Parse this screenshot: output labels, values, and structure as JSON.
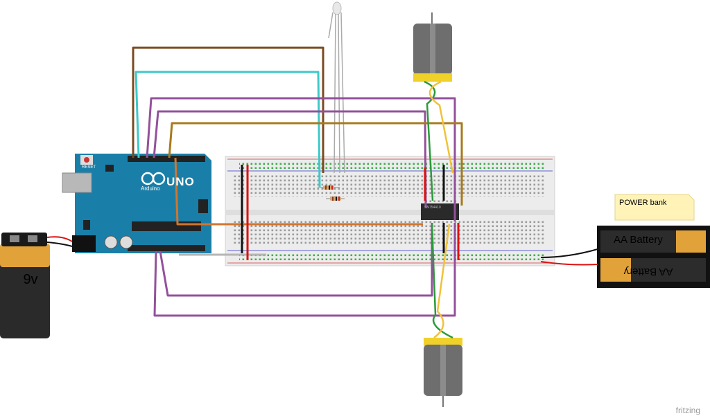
{
  "labels": {
    "battery_9v": "9v",
    "aa_battery_top": "AA Battery",
    "aa_battery_bottom": "AA Battery",
    "power_note": "POWER bank",
    "board_model": "UNO",
    "board_brand": "Arduino",
    "reset_button": "RESET",
    "ic_chip": "SN754410",
    "watermark": "fritzing"
  },
  "colors": {
    "arduino_blue": "#1a7fa8",
    "breadboard": "#ececec",
    "wire_brown": "#7a4a1e",
    "wire_cyan": "#3dc9c9",
    "wire_purple": "#93519b",
    "wire_orange": "#d0762f",
    "wire_olive": "#a87a1c",
    "wire_red": "#d11",
    "wire_black": "#111",
    "wire_green": "#2c9a3c",
    "wire_yellow": "#f0c23a",
    "battery_orange": "#e2a23a",
    "motor_gray": "#6e6e6e",
    "note_yellow": "#fff3b8"
  }
}
